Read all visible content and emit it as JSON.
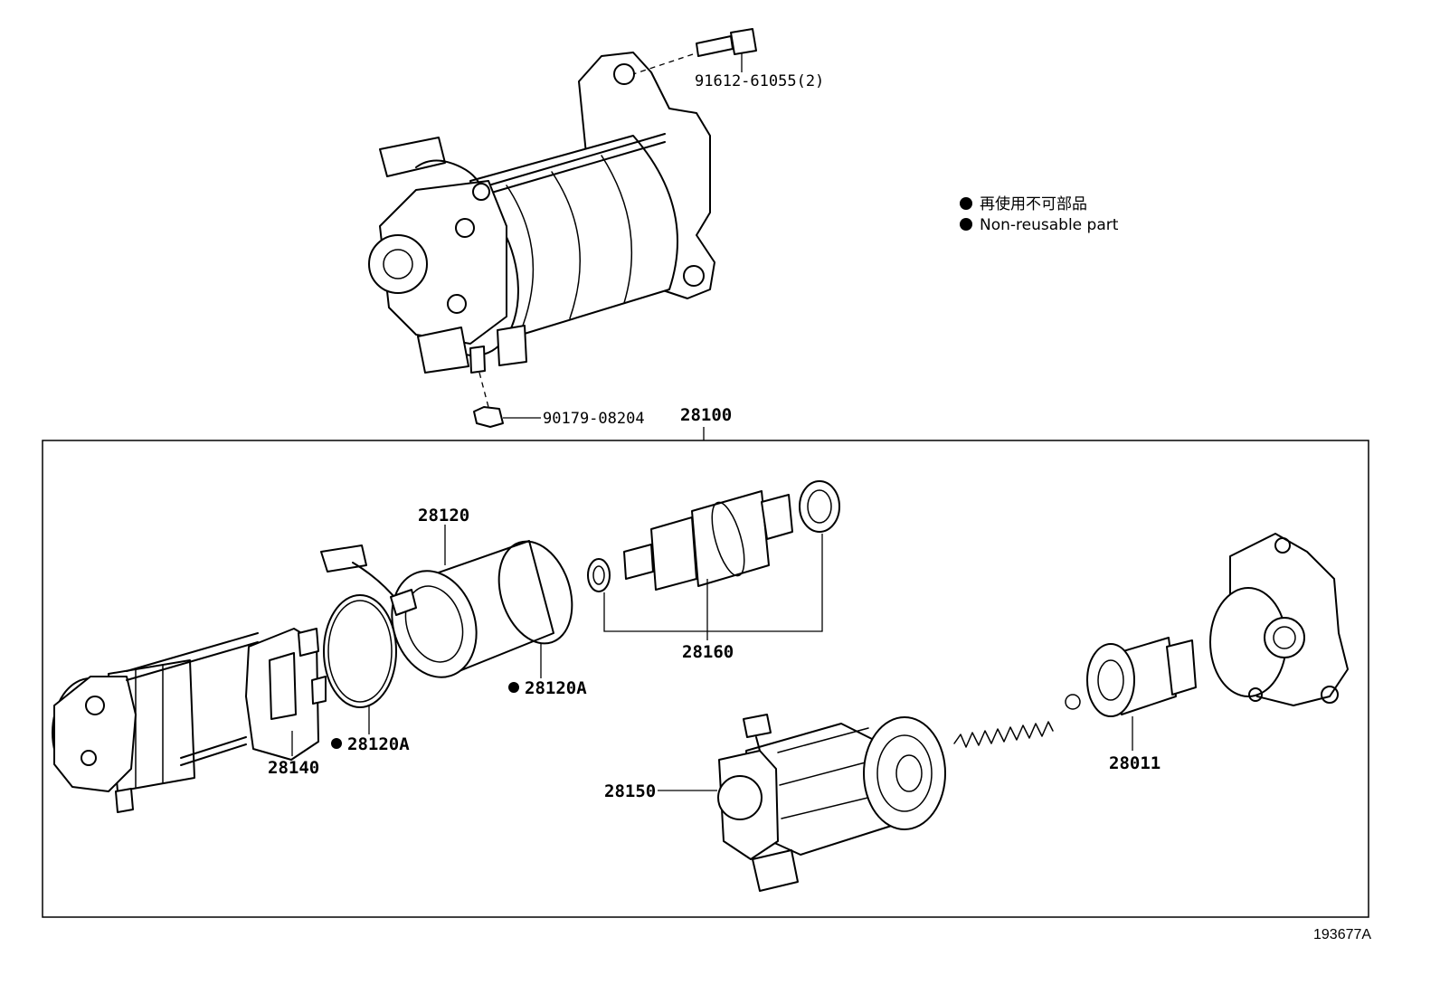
{
  "legend": {
    "line_ja": "再使用不可部品",
    "line_en": "Non-reusable part"
  },
  "callouts": {
    "bolt": "91612-61055(2)",
    "nut": "90179-08204",
    "assembly": "28100",
    "yoke": "28120",
    "armature": "28160",
    "oring_upper": "28120A",
    "oring_lower": "28120A",
    "brush_holder": "28140",
    "magnet_switch": "28150",
    "clutch": "28011"
  },
  "diagram_code": "193677A",
  "icons": {
    "non_reusable": "filled-circle-icon"
  }
}
